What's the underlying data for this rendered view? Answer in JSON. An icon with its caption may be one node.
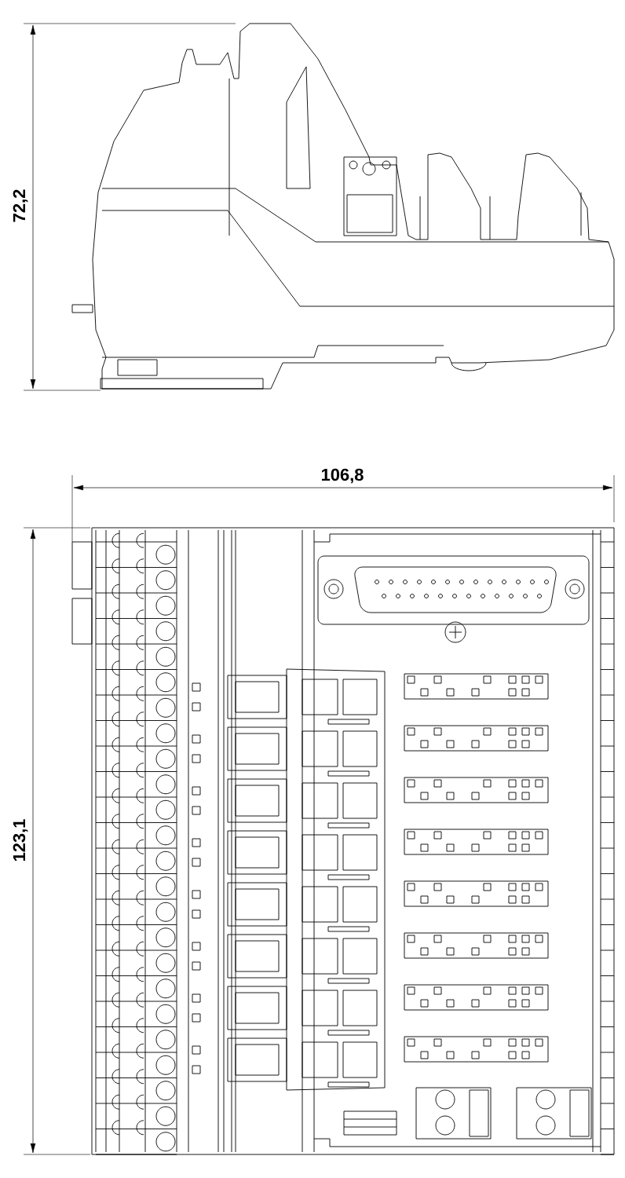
{
  "diagram": {
    "labels": [
      "72,2",
      "106,8",
      "123,1"
    ]
  }
}
